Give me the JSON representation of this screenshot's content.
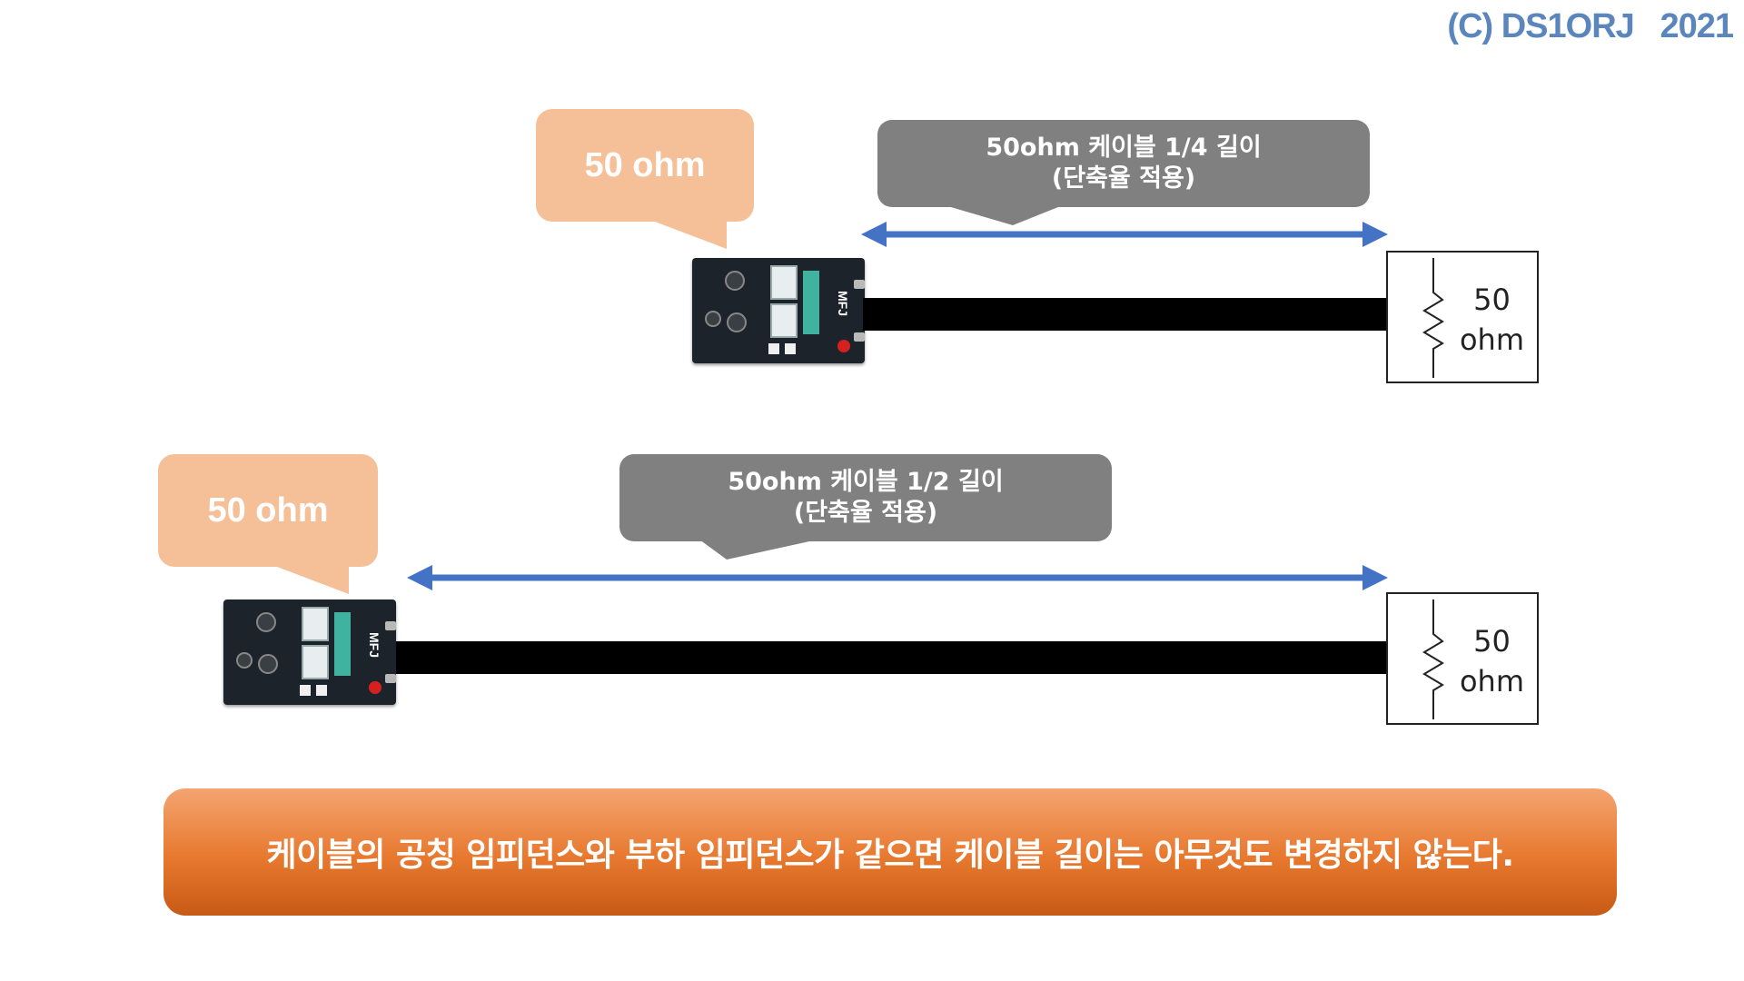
{
  "copyright": "(C) DS1ORJ   2021",
  "diagram1": {
    "source_label": "50 ohm",
    "cable_label_line1": "50ohm 케이블 1/4 길이",
    "cable_label_line2": "(단축율 적용)",
    "load_value": "50",
    "load_unit": "ohm"
  },
  "diagram2": {
    "source_label": "50 ohm",
    "cable_label_line1": "50ohm 케이블 1/2 길이",
    "cable_label_line2": "(단축율 적용)",
    "load_value": "50",
    "load_unit": "ohm"
  },
  "conclusion": "케이블의 공칭 임피던스와 부하 임피던스가 같으면 케이블 길이는 아무것도 변경하지 않는다.",
  "device_logo": "MFJ",
  "colors": {
    "orange_bubble": "#f5bf98",
    "gray_bubble": "#808080",
    "arrow": "#4472c4",
    "banner": "#e7782e",
    "copyright": "#5a86bd"
  }
}
